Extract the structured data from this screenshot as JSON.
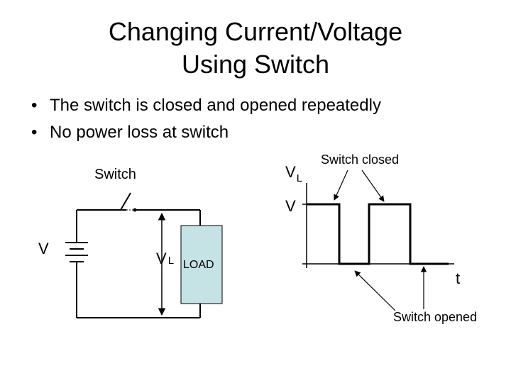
{
  "slide": {
    "title_line1": "Changing Current/Voltage",
    "title_line2": "Using Switch",
    "bullets": [
      "The switch is closed and opened repeatedly",
      "No power loss at switch"
    ]
  },
  "circuit": {
    "switch_label": "Switch",
    "source_label": "V",
    "load_voltage_label": "V",
    "load_voltage_subscript": "L",
    "load_label": "LOAD",
    "load_fill_color": "#c5e2e4"
  },
  "waveform": {
    "y_label": "V",
    "y_label_subscript": "L",
    "level_label": "V",
    "x_label": "t",
    "closed_annotation": "Switch closed",
    "opened_annotation": "Switch opened"
  }
}
